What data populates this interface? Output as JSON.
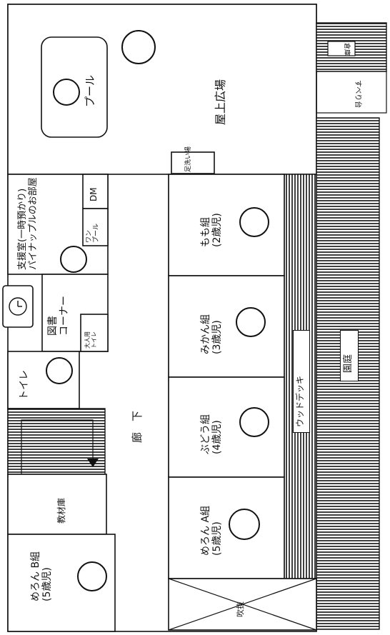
{
  "plan": {
    "rooms": {
      "rooftop": "屋上広場",
      "pool": "プール",
      "footwash": "足洗い場",
      "pineapple": "支援室(一時預かり)\nパイナップルのお部屋",
      "dm": "DM",
      "wanpool": "ワン\nプール",
      "library": "図書\nコーナー",
      "adult_toilet": "大人用\nトイレ",
      "toilet": "トイレ",
      "corridor": "廊　下",
      "materials": "教材庫",
      "melon_b": "めろん B組\n(5歳児)",
      "melon_a": "めろん A組\n(5歳児)",
      "momo": "もも組\n(2歳児)",
      "mikan": "みかん組\n(3歳児)",
      "budou": "ぶどう組\n(4歳児)",
      "wooddeck": "ウッドデッキ",
      "terrace": "園庭",
      "slide": "すべり台",
      "storage": "倉庫",
      "void": "吹抜"
    }
  }
}
